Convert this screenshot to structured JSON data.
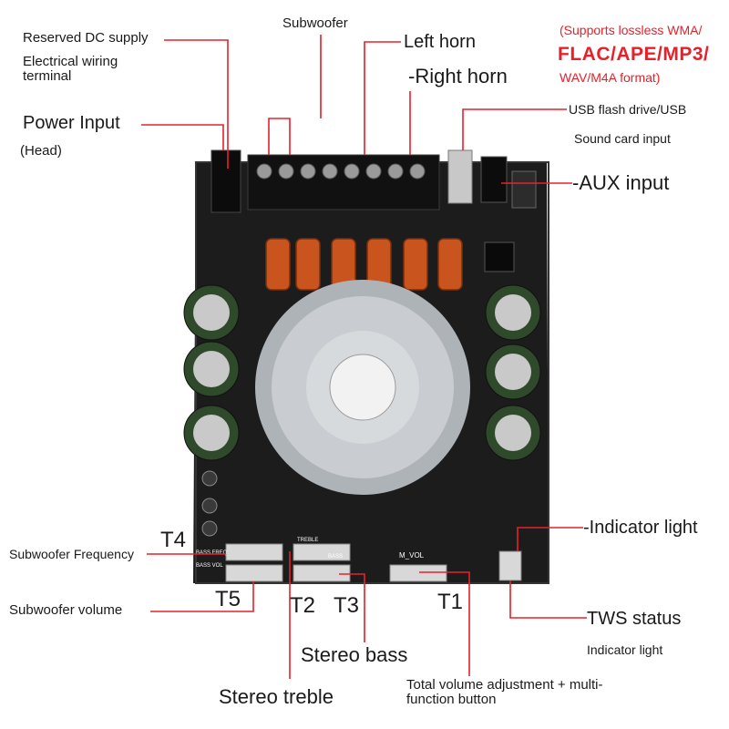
{
  "labels": {
    "reserved_dc": "Reserved DC supply",
    "electrical_wiring": "Electrical wiring",
    "terminal": "terminal",
    "power_input": "Power Input",
    "head": "(Head)",
    "subwoofer": "Subwoofer",
    "left_horn": "Left horn",
    "right_horn": "-Right horn",
    "supports_lossless": "(Supports lossless WMA/",
    "formats_bold": "FLAC/APE/MP3/",
    "formats_tail": "WAV/M4A format)",
    "usb_flash": "USB flash drive/USB",
    "sound_card": "Sound card input",
    "aux_input": "-AUX input",
    "indicator_light": "-Indicator light",
    "tws_status": "TWS status",
    "tws_indicator": "Indicator light",
    "t4": "T4",
    "t5": "T5",
    "t2": "T2",
    "t3": "T3",
    "t1": "T1",
    "sub_freq": "Subwoofer Frequency",
    "sub_volume": "Subwoofer volume",
    "stereo_bass": "Stereo bass",
    "stereo_treble": "Stereo treble",
    "total_volume": "Total volume adjustment + multi-",
    "function_button": "function button"
  },
  "board_silkscreen": {
    "bass_freq": "BASS FREQ",
    "bass_vol": "BASS VOL",
    "m_vol": "M_VOL",
    "treble": "TREBLE",
    "bass": "BASS"
  },
  "colors": {
    "callout_line": "#e8202a",
    "board": "#1c1c1c",
    "heatsink": "#bfc3c7",
    "coil": "#c9541d"
  }
}
